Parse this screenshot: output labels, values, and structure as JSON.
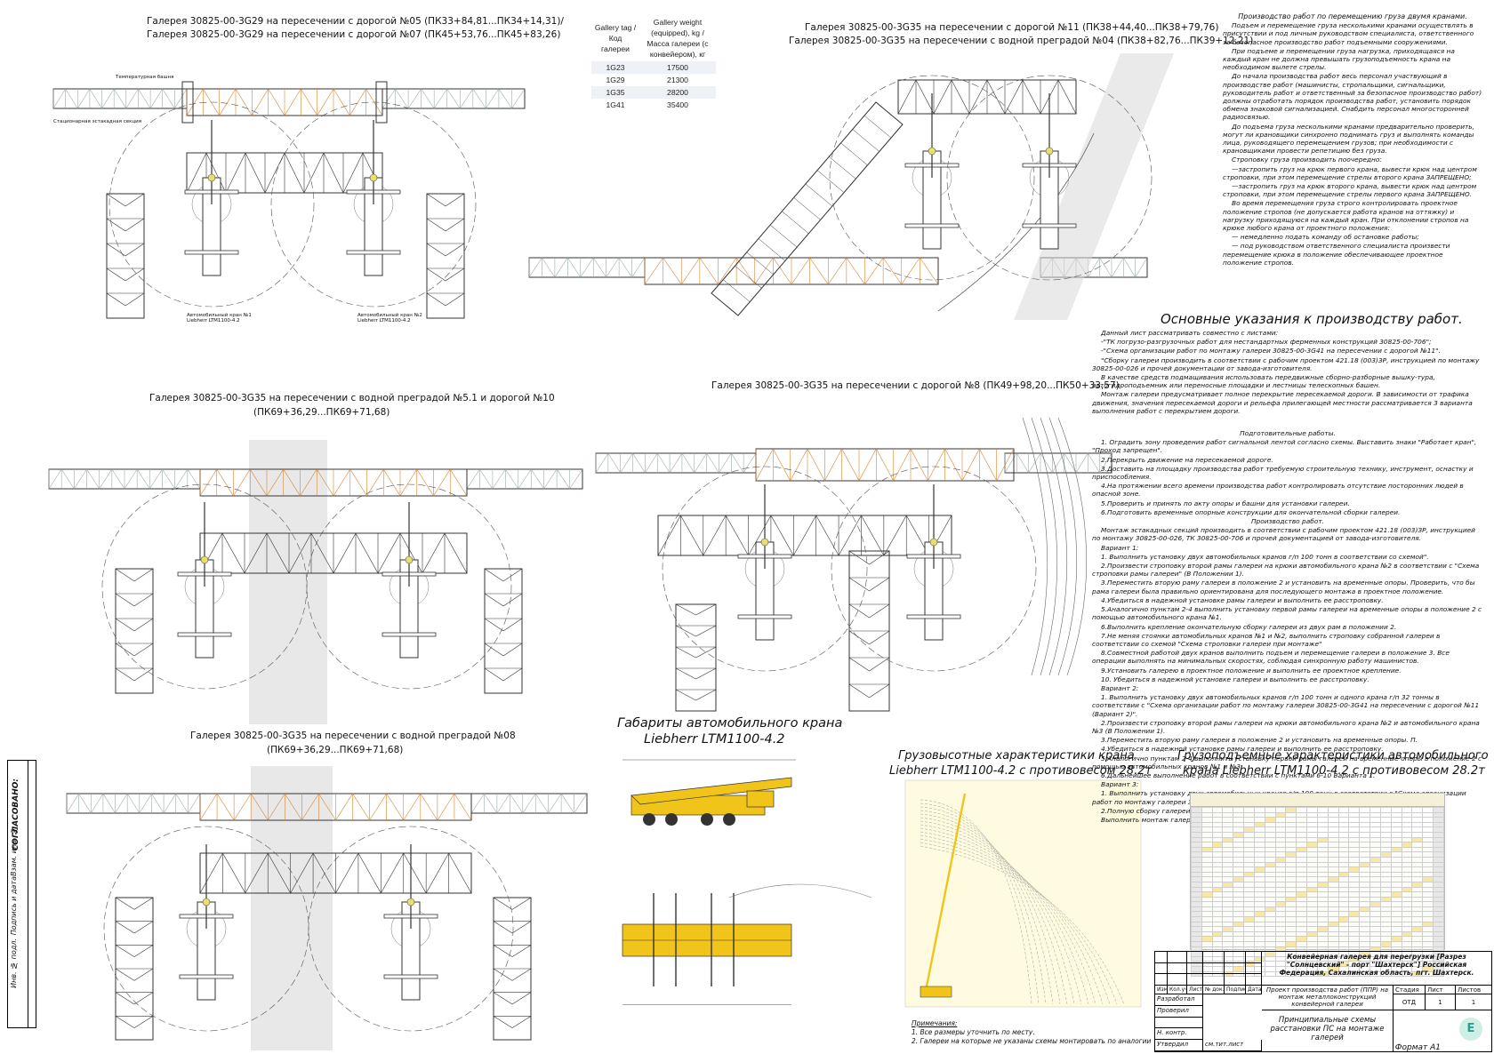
{
  "side_panel": {
    "agreed": "СОГЛАСОВАНО:",
    "labels": [
      "Инв. № подл.",
      "Подпись и дата",
      "Взам. инв. №"
    ]
  },
  "weight_table": {
    "header_tag": "Gallery tag / Код галереи",
    "header_weight": "Gallery weight (equipped), kg / Масса галереи (с конвейером), кг",
    "rows": [
      {
        "tag": "1G23",
        "weight": "17500"
      },
      {
        "tag": "1G29",
        "weight": "21300"
      },
      {
        "tag": "1G35",
        "weight": "28200"
      },
      {
        "tag": "1G41",
        "weight": "35400"
      }
    ]
  },
  "drawings": {
    "d1_title": "Галерея 30825-00-3G29 на пересечении с дорогой №05 (ПК33+84,81...ПК34+14,31)/",
    "d1_title2": "Галерея 30825-00-3G29 на пересечении с дорогой №07 (ПК45+53,76...ПК45+83,26)",
    "d2_title": "Галерея 30825-00-3G35 на пересечении с дорогой №11 (ПК38+44,40...ПК38+79,76)",
    "d2_title2": "Галерея 30825-00-3G35 на пересечении с водной преградой №04 (ПК38+82,76...ПК39+12,21)",
    "d3_title": "Галерея 30825-00-3G35 на пересечении с водной преградой №5.1 и дорогой №10",
    "d3_title2": "(ПК69+36,29...ПК69+71,68)",
    "d4_title": "Галерея 30825-00-3G35 на пересечении с дорогой №8 (ПК49+98,20...ПК50+33,57)",
    "d5_title": "Галерея 30825-00-3G35 на пересечении с водной преградой №08",
    "d5_title2": "(ПК69+36,29...ПК69+71,68)",
    "crane_dims_title": "Габариты автомобильного крана",
    "crane_dims_title2": "Liebherr LTM1100-4.2",
    "height_chart_title": "Грузовысотные характеристики крана",
    "height_chart_title2": "Liebherr LTM1100-4.2 с противовесом 28.2т",
    "load_chart_title": "Грузоподъемные характеристики автомобильного",
    "load_chart_title2": "крана Liebherr LTM1100-4.2 с противовесом 28.2т",
    "crane_label_1": "Автомобильный кран №1 Liebherr LTM1100-4.2",
    "crane_label_2": "Автомобильный кран №2 Liebherr LTM1100-4.2",
    "support_label": "Стационарная эстакадная секция",
    "tower_label": "Температурная башня"
  },
  "notes": {
    "heading_top": "Производство работ по перемещению груза двумя кранами.",
    "top_paragraphs": [
      "Подъем и перемещение груза несколькими кранами осуществлять в присутствии и под личным руководством специалиста, ответственного за безопасное производство работ подъемными сооружениями.",
      "При подъеме и перемещении груза нагрузка, приходящаяся на каждый кран не должна превышать грузоподъемность крана на необходимом вылете стрелы.",
      "До начала производства работ весь персонал участвующий в производстве работ (машинисты, стропальщики, сигнальщики, руководитель работ и ответственный за безопасное производство работ) должны отработать порядок производства работ, установить порядок обмена знаковой сигнализацией. Снабдить персонал многосторонней радиосвязью.",
      "До подъема груза несколькими кранами предварительно проверить, могут ли крановщики синхронно поднимать груз и выполнять команды лица, руководящего перемещением грузов; при необходимости с крановщиками провести репетицию без груза.",
      "Строповку груза производить поочередно:",
      "—застропить груз на крюк первого крана, вывести крюк над центром строповки, при этом перемещение стрелы второго крана ЗАПРЕЩЕНО;",
      "—застропить груз на крюк второго крана, вывести крюк над центром строповки, при этом перемещение стрелы первого крана ЗАПРЕЩЕНО.",
      "Во время перемещения груза строго контролировать проектное положение стропов (не допускается работа кранов на оттяжку) и нагрузку приходящуюся на каждый кран. При отклонении стропов на крюке любого крана от проектного положения:",
      "— немедленно подать команду об остановке работы;",
      "— под руководством ответственного специалиста произвести перемещение крюка в положение обеспечивающее проектное положение стропов."
    ],
    "main_heading": "Основные указания к производству работ.",
    "main_paragraphs": [
      "Данный лист рассматривать совместно с листами:",
      "-\"ТК погрузо-разгрузочных работ для нестандартных ферменных конструкций 30825-00-706\";",
      "-\"Схема организации работ по монтажу галереи 30825-00-3G41 на пересечении с дорогой №11\".",
      "\"Сборку галереи производить в соответствии с рабочим проектом 421.18 (003)ЗР, инструкцией по монтажу 30825-00-026 и прочей документации от завода-изготовителя.",
      "В качестве средств подмащивания использовать передвижные сборно-разборные вышку-тура, автогидроподъемник или переносные площадки и лестницы телескопных башен.",
      "Монтаж галереи предусматривает полное перекрытие пересекаемой дороги. В зависимости от трафика движения, значения пересекаемой дороги и рельефа прилегающей местности рассматривается 3 варианта выполнения работ с перекрытием дороги."
    ],
    "prep_heading": "Подготовительные работы.",
    "prep_paragraphs": [
      "1. Оградить зону проведения работ сигнальной лентой согласно схемы. Выставить знаки \"Работает кран\", \"Проход запрещен\".",
      "2.Перекрыть движение на пересекаемой дороге.",
      "3.Доставить на площадку производства работ требуемую строительную технику, инструмент, оснастку и приспособления.",
      "4.На протяжении всего времени производства работ контролировать отсутствие посторонних людей в опасной зоне.",
      "5.Проверить и принять по акту опоры и башни для установки галереи.",
      "6.Подготовить временные опорные конструкции для окончательной сборки галереи."
    ],
    "work_heading": "Производство работ.",
    "work_paragraphs": [
      "Монтаж эстакадных секций производить в соответствии с рабочим проектом 421.18 (003)ЗР, инструкцией по монтажу 30825-00-026, ТК 30825-00-706 и прочей документацией от завода-изготовителя.",
      "Вариант 1:",
      "1. Выполнить установку двух автомобильных кранов г/п 100 тонн в соответствии со схемой\".",
      "2.Произвести строповку второй рамы галереи на крюки автомобильного крана №2 в соответствии с \"Схема строповки рамы галереи\" (В Положении 1).",
      "3.Переместить вторую раму галереи в положение 2 и установить на временные опоры. Проверить, что бы рама галереи была правильно ориентирована для последующего монтажа в проектное положение.",
      "4.Убедиться в надежной установке рамы галереи и выполнить ее расстроповку.",
      "5.Аналогично пунктам 2-4 выполнить установку первой рамы галереи на временные опоры в положение 2 с помощью автомобильного крана №1.",
      "6.Выполнить крепление окончательную сборку галереи из двух рам в положении 2.",
      "7.Не меняя стоянки автомобильных кранов №1 и №2, выполнить строповку собранной галереи в соответствии со схемой \"Схема строповки галереи при монтаже\"",
      "8.Совместной работой двух кранов выполнить подъем и перемещение галереи в положение 3. Все операции выполнять на минимальных скоростях, соблюдая синхронную работу машинистов.",
      "9.Установить галерею в проектное положение и выполнить ее проектное крепление.",
      "10. Убедиться в надежной установке галереи и выполнить ее расстроповку.",
      "Вариант 2:",
      "1. Выполнить установку двух автомобильных кранов г/п 100 тонн и одного крана г/п 32 тонны в соответствии с \"Схема организации работ по монтажу галереи 30825-00-3G41 на пересечении с дорогой №11 (Вариант 2)\".",
      "2.Произвести строповку второй рамы галереи на крюки автомобильного крана №2 и автомобильного крана №3 (В Положении 1).",
      "3.Переместить вторую раму галереи в положение 2 и установить на временные опоры. П.",
      "4.Убедиться в надежной установке рамы галереи и выполнить ее расстроповку.",
      "5.Аналогично пунктам 2-4 выполнить установку первой рамы галереи на временные опоры в положение 2 с помощью автомобильных кранов №1 и №3.",
      "6.Дальнейшее выполнение работ в соответствии с пунктами 6-10 Варианта 1.",
      "Вариант 3:",
      "1. Выполнить установку двух автомобильных кранов г/п 100 тонн в соответствии с \"Схема организации работ по монтажу галереи 30825-00-3G41 на пересечении с дорогой №11 (Вариант 2)\".",
      "2.Полную сборку галереи производить непосредственно в положении 2.",
      "Выполнить монтаж галереи в соответствии с указаниями пунктов 6-10 Варианта 1."
    ]
  },
  "footnotes": {
    "heading": "Примечания:",
    "items": [
      "1.   Все размеры уточнить по месту.",
      "2.   Галереи на которые не указаны схемы монтировать по аналогии"
    ]
  },
  "stamp": {
    "project": "Конвейерная галерея для перегрузки [Разрез \"Солнцевский\" - порт \"Шахтерск\"] Российская Федерация, Сахалинская область, пгт. Шахтерск.",
    "subject": "Проект производства работ (ППР) на монтаж металлоконструкций конвейерной галереи",
    "sheet_title": "Принципиальные схемы расстановки ПС на монтаже галерей",
    "stage_h": "Стадия",
    "sheet_h": "Лист",
    "sheets_h": "Листов",
    "stage": "ОТД",
    "sheet": "1",
    "sheets": "1",
    "roles": [
      "Разработал",
      "Проверил",
      "",
      "Н. контр.",
      "Утвердил"
    ],
    "cols": [
      "Изм.",
      "Кол.уч",
      "Лист",
      "№ док.",
      "Подпись",
      "Дата"
    ],
    "ref": "см.тит.лист",
    "format": "Формат А1"
  },
  "colors": {
    "line": "#333333",
    "orange": "#d9822b",
    "crane_yellow": "#f0c419",
    "water_gray": "#d9d9d9"
  }
}
